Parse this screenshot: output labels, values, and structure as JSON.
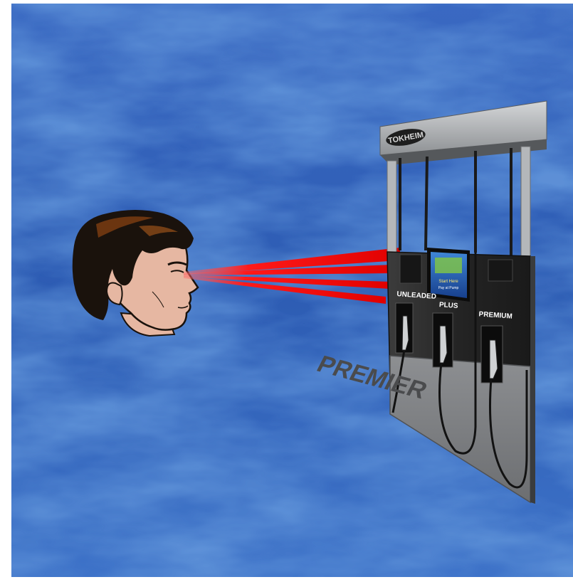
{
  "pump": {
    "canopy_brand": "TOKHEIM",
    "side_brand": "PREMIER",
    "grades": [
      {
        "label": "UNLEADED"
      },
      {
        "label": "PLUS"
      },
      {
        "label": "PREMIUM"
      }
    ],
    "screen": {
      "line1": "Start Here",
      "line2": "Pay at Pump"
    }
  },
  "colors": {
    "background": "#2f5fb8",
    "background_light": "#5f93dd",
    "beam": "#ff1010",
    "skin": "#e6b7a2",
    "hair": "#1a120c",
    "pump_panel": "#2b2b2b",
    "pump_metal": "#9a9ea2",
    "screen": "#1d4fa8"
  },
  "icons": {
    "head": "human-head-profile",
    "beams": "sight-line-beams",
    "pump": "fuel-dispenser"
  }
}
